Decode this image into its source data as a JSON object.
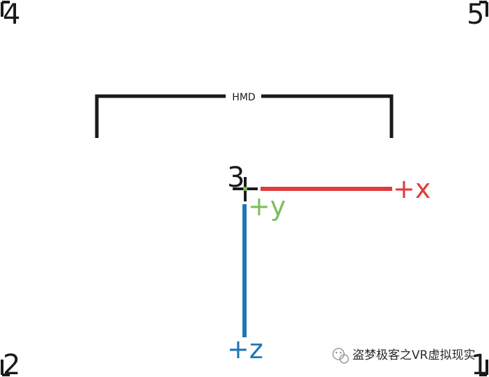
{
  "diagram": {
    "hmd_label": "HMD",
    "origin_label": "3",
    "corners": {
      "top_left": "4",
      "top_right": "5",
      "bottom_left": "2",
      "bottom_right": "1"
    },
    "axes": {
      "x": {
        "label": "+x",
        "color": "#e03c3c"
      },
      "y": {
        "label": "+y",
        "color": "#7bbf5a"
      },
      "z": {
        "label": "+z",
        "color": "#1f77b4"
      }
    },
    "bracket_color": "#1a1a1a"
  },
  "watermark": {
    "text": "盗梦极客之VR虚拟现实",
    "icon": "wechat-icon"
  }
}
